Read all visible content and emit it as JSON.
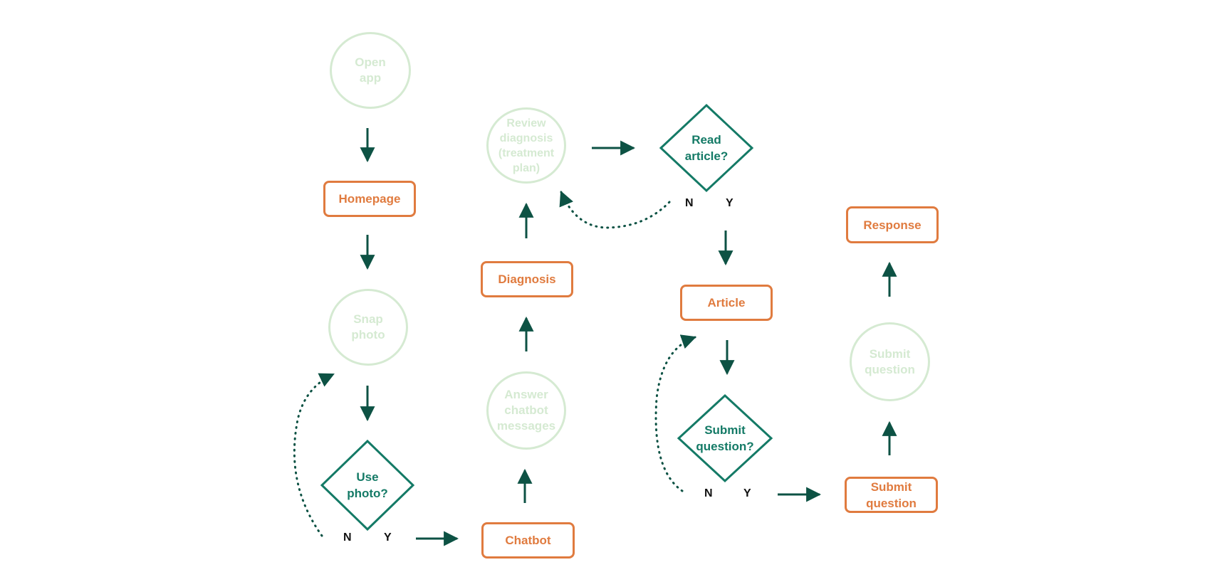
{
  "colors": {
    "process_box": "#e07b3f",
    "start_circle": "#d5ead2",
    "decision": "#147a66",
    "arrow": "#0d5244"
  },
  "nodes": {
    "open_app": "Open app",
    "homepage": "Homepage",
    "snap_photo": "Snap photo",
    "use_photo": "Use photo?",
    "chatbot": "Chatbot",
    "answer_chatbot": "Answer chatbot messages",
    "diagnosis": "Diagnosis",
    "review_diagnosis": "Review diagnosis (treatment plan)",
    "read_article": "Read article?",
    "article": "Article",
    "submit_question_decision": "Submit question?",
    "submit_question_box": "Submit question",
    "submit_question_circle": "Submit question",
    "response": "Response"
  },
  "branches": {
    "no": "N",
    "yes": "Y"
  }
}
